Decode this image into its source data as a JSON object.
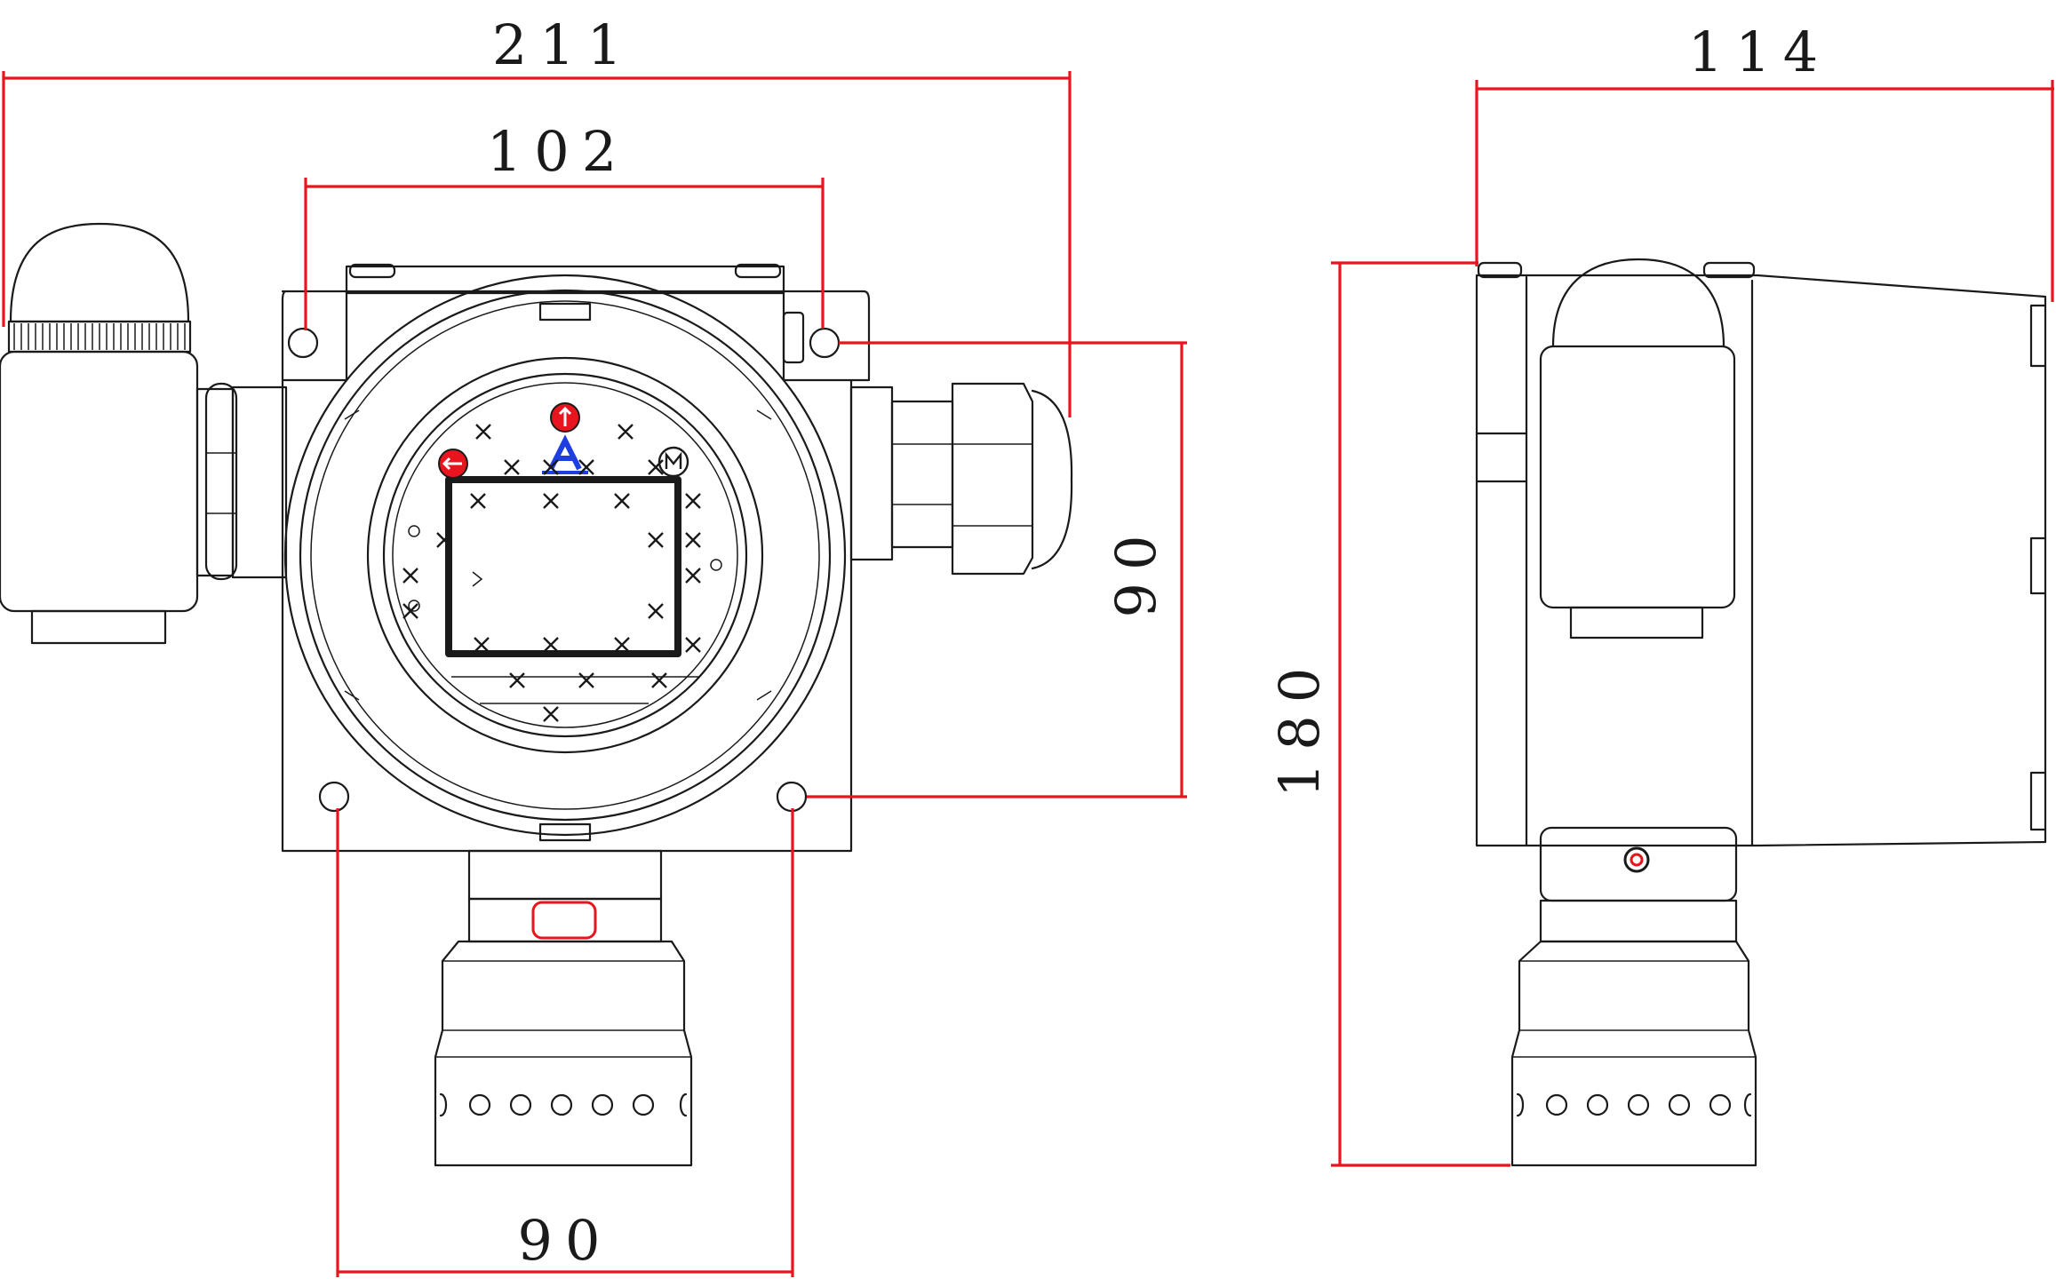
{
  "dimensions": {
    "overall_width": "211",
    "mounting_hole_spacing_horizontal": "102",
    "mounting_hole_spacing_vertical": "90",
    "bottom_hole_spacing": "90",
    "side_depth": "114",
    "overall_height": "180"
  },
  "colors": {
    "dimension_line": "#e8141e",
    "outline": "#1a1a1a",
    "logo": "#1f3ee0"
  },
  "views": [
    "front-view",
    "side-view"
  ]
}
